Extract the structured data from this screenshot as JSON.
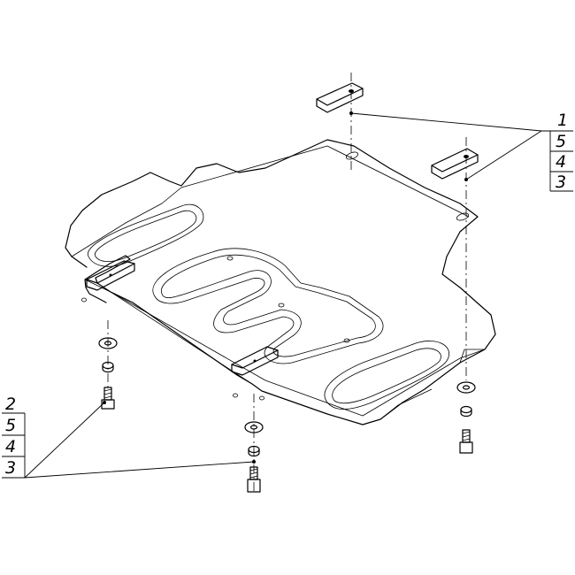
{
  "callouts": {
    "right": [
      "1",
      "5",
      "4",
      "3"
    ],
    "left": [
      "2",
      "5",
      "4",
      "3"
    ]
  },
  "colors": {
    "line": "#000000",
    "background": "#ffffff"
  }
}
